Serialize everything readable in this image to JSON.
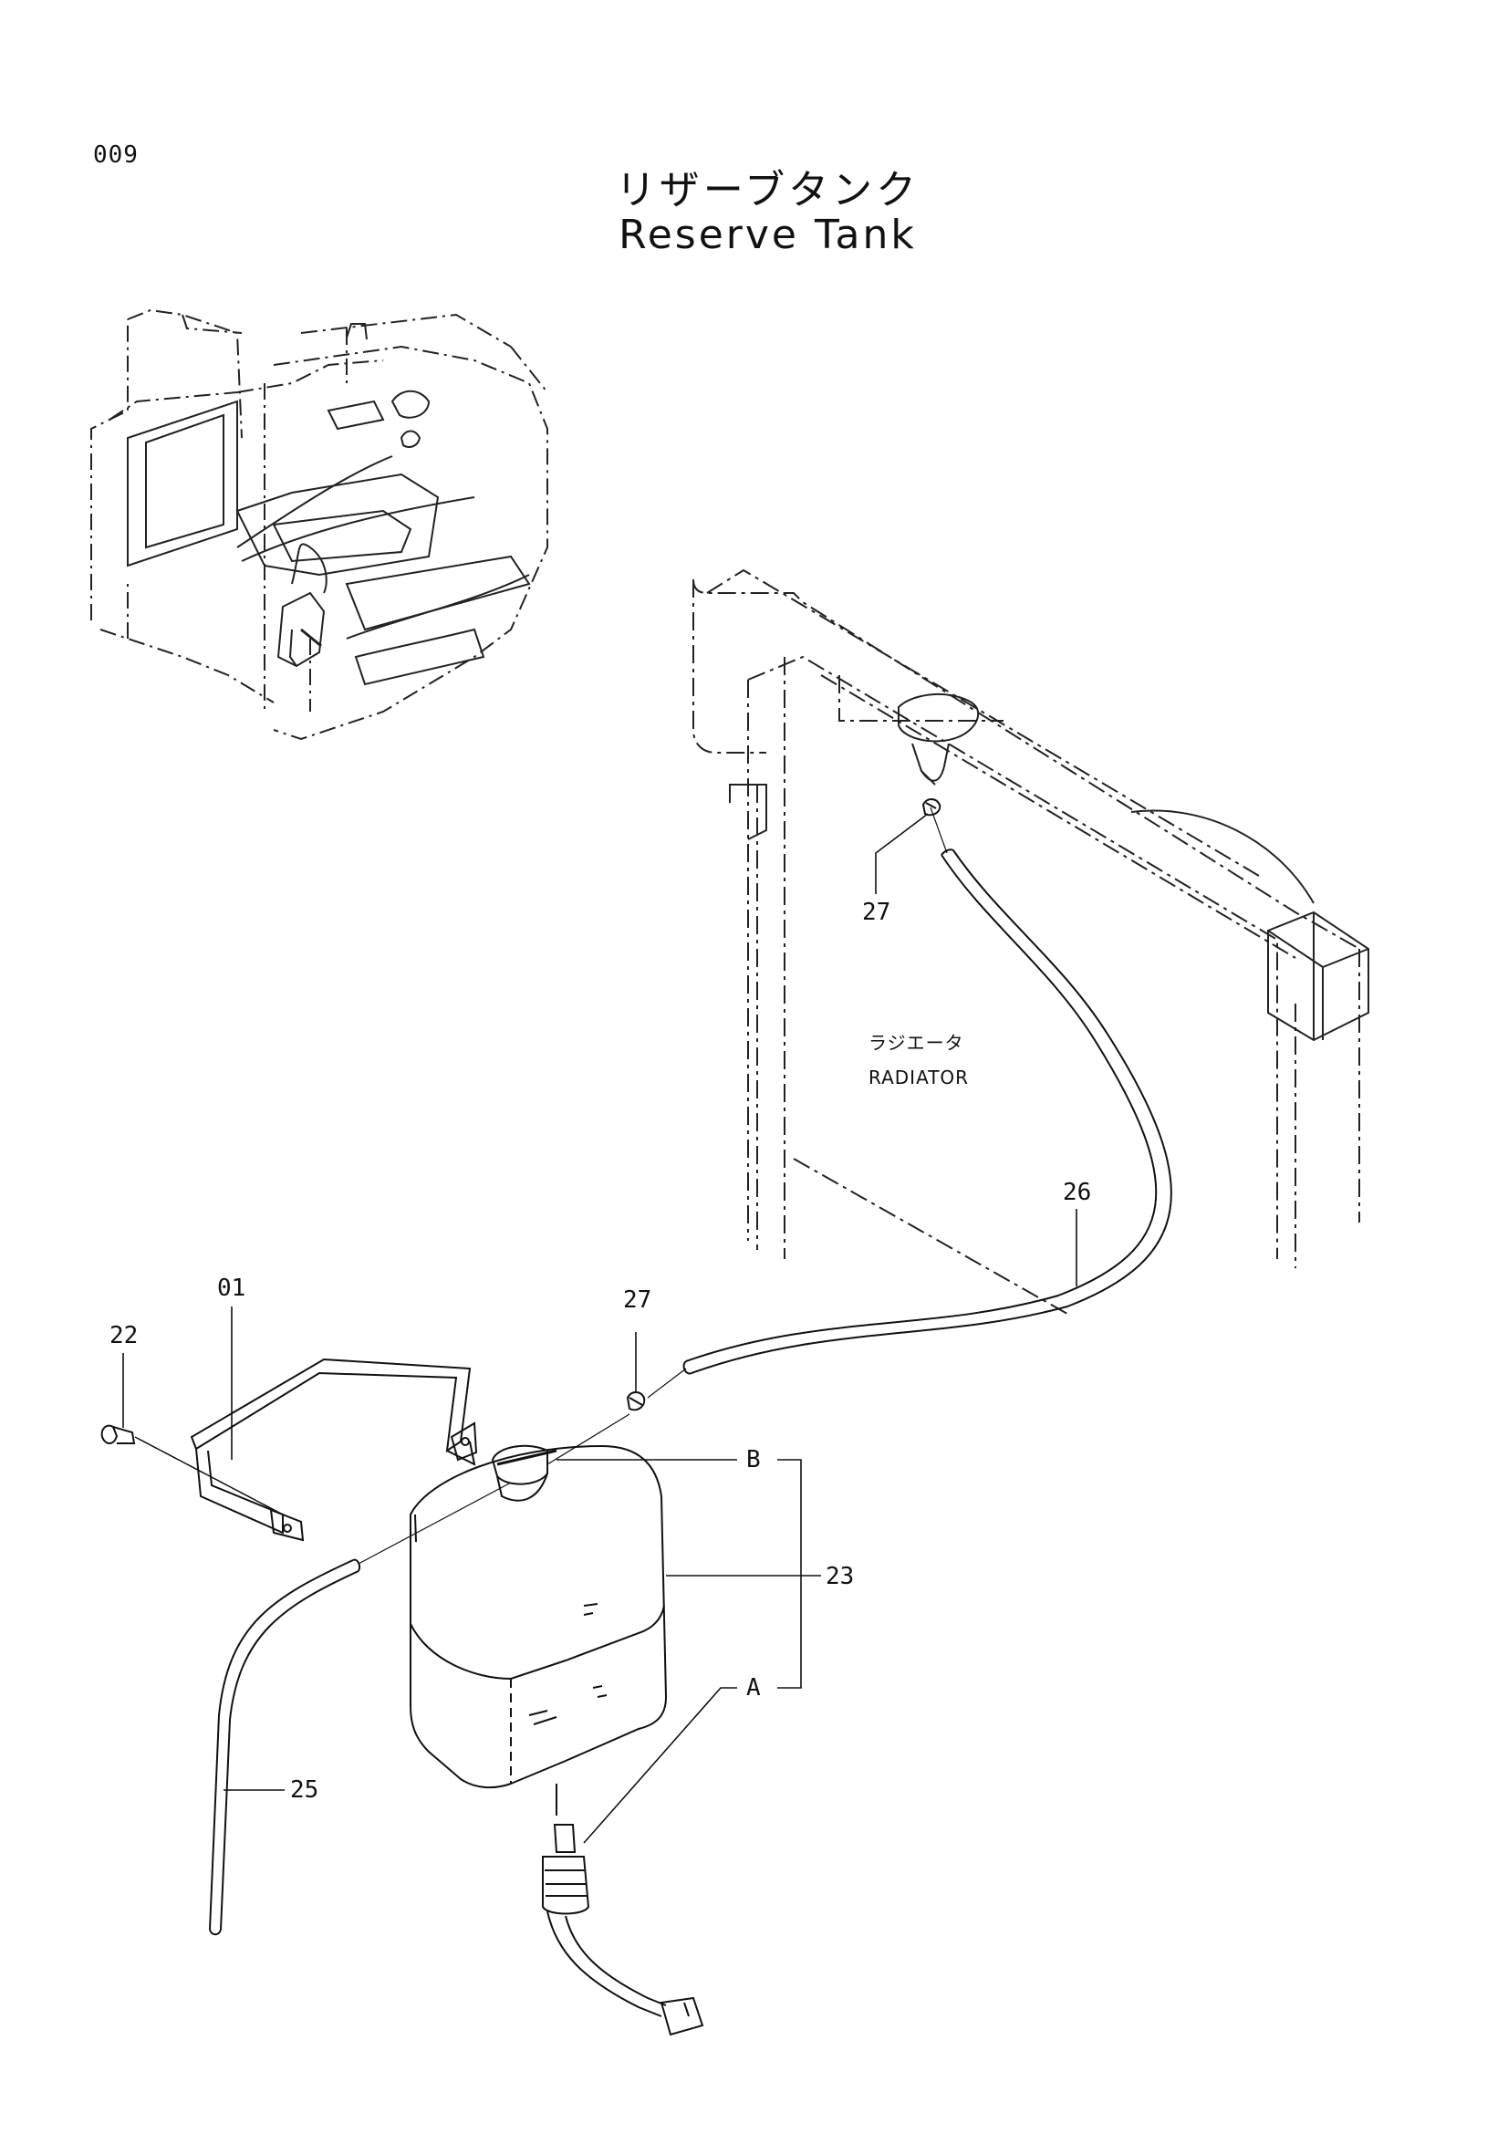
{
  "page_number": "009",
  "title_jp": "リザーブタンク",
  "title_en": "Reserve Tank",
  "radiator_label_jp": "ラジエータ",
  "radiator_label_en": "RADIATOR",
  "callouts": {
    "c01": "01",
    "c22": "22",
    "c23": "23",
    "c25": "25",
    "c26": "26",
    "c27_top": "27",
    "c27_mid": "27",
    "cA": "A",
    "cB": "B"
  }
}
